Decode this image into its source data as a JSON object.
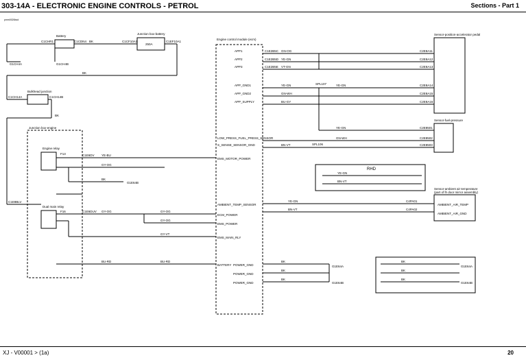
{
  "header": {
    "title": "303-14A - ELECTRONIC ENGINE CONTROLS - PETROL",
    "section": "Sections - Part 1"
  },
  "footer": {
    "model": "XJ",
    "version": "- V00001 > (1a)",
    "page": "20"
  },
  "doc_ref": "pmm0026bcd",
  "components": {
    "battery": "Battery",
    "jbox_battery": "Junction box-battery",
    "ecm": "Engine control module (ecm)",
    "bulkhead": "Bulkhead junction",
    "jbox_engine": "Junction box-engine",
    "engine_relay": "Engine relay",
    "dual_relay": "Dual main relay",
    "app_sensor": "Sensor-position-accelerator pedal",
    "fuel_sensor": "Sensor-fuel-pressure",
    "ambient_sensor": "Sensor-ambient air temperature",
    "ambient_sub": "(part of lh door mirror assembly)",
    "rhd": "RHD"
  },
  "connectors": {
    "batt_left": "C1CHR1",
    "batt_right": "C1CDN4",
    "jb_left": "C1CF10A1",
    "jb_right": "C1EF10A1",
    "jb_fuse": "250A",
    "g1": "G1CH4A",
    "g2": "G1CH4B",
    "bk_jc": "C1CH14A",
    "bk_jc2": "C1CH14B",
    "eng_left": "C1E8BLV",
    "relay_fuse": "F13",
    "dual_fuse": "F16",
    "relay_conn": "C1E6DV",
    "dual_conn": "C1E6DUV",
    "g3": "G1E64B",
    "ecm_app1": "C1E2B5C",
    "ecm_app2": "C1E2B5D",
    "ecm_app3": "C1E2B5E",
    "app_pin1": "C2E8A11",
    "app_pin2": "C2E8A12",
    "app_pin3": "C2E8A13",
    "app_pin4": "C2E8A14",
    "app_pin5": "C2E8A15",
    "app_pin6": "C2E8A16",
    "splice1": "SPL107",
    "fuel_pin1": "C2E8501",
    "fuel_pin2": "C2E8502",
    "fuel_pin3": "C2E8503",
    "splice2": "SPL106",
    "amb_pin1": "C4PA01",
    "amb_pin2": "C4PA02",
    "g4": "G1E64A",
    "g5": "G1E64B",
    "g6": "G1E64A",
    "g7": "G1E64B"
  },
  "wires": {
    "bk": "BK",
    "ye_gn": "YE-GN",
    "gn_og": "GN-OG",
    "vt_gn": "VT-GN",
    "gn_wh": "GN-WH",
    "bu_gy": "BU-GY",
    "ye_bu": "YE-BU",
    "gy_og": "GY-OG",
    "gy_vt": "GY-VT",
    "bu_rd": "BU-RD",
    "bn_vt": "BN-VT"
  },
  "signals": {
    "app1": "APP1",
    "app2": "APP2",
    "app3": "APP3",
    "app_gnd1": "APP_GND1",
    "app_gnd2": "APP_GND2",
    "app_supply": "APP_SUPPLY",
    "low_fuel": "LOW_PRESS_FUEL_PRESS_SENSOR",
    "fuel_gnd": "S_SENSE_SENSOR_GND",
    "eng_relay": "EMS_MOTOR_POWER",
    "ecm_power": "ECM_POWER",
    "ems_power": "EMS_POWER",
    "dual_supply": "EMS_MAIN_RLY",
    "battery_ecm": "BATTERY",
    "ambient": "AMBIENT_TEMP_SENSOR",
    "power_gnd1": "POWER_GND",
    "power_gnd2": "POWER_GND",
    "power_gnd3": "POWER_GND",
    "ambient_sig": "AMBIENT_AIR_TEMP",
    "ambient_gnd": "AMBIENT_AIR_GND"
  },
  "colors": {
    "line": "#000000",
    "background": "#ffffff"
  }
}
